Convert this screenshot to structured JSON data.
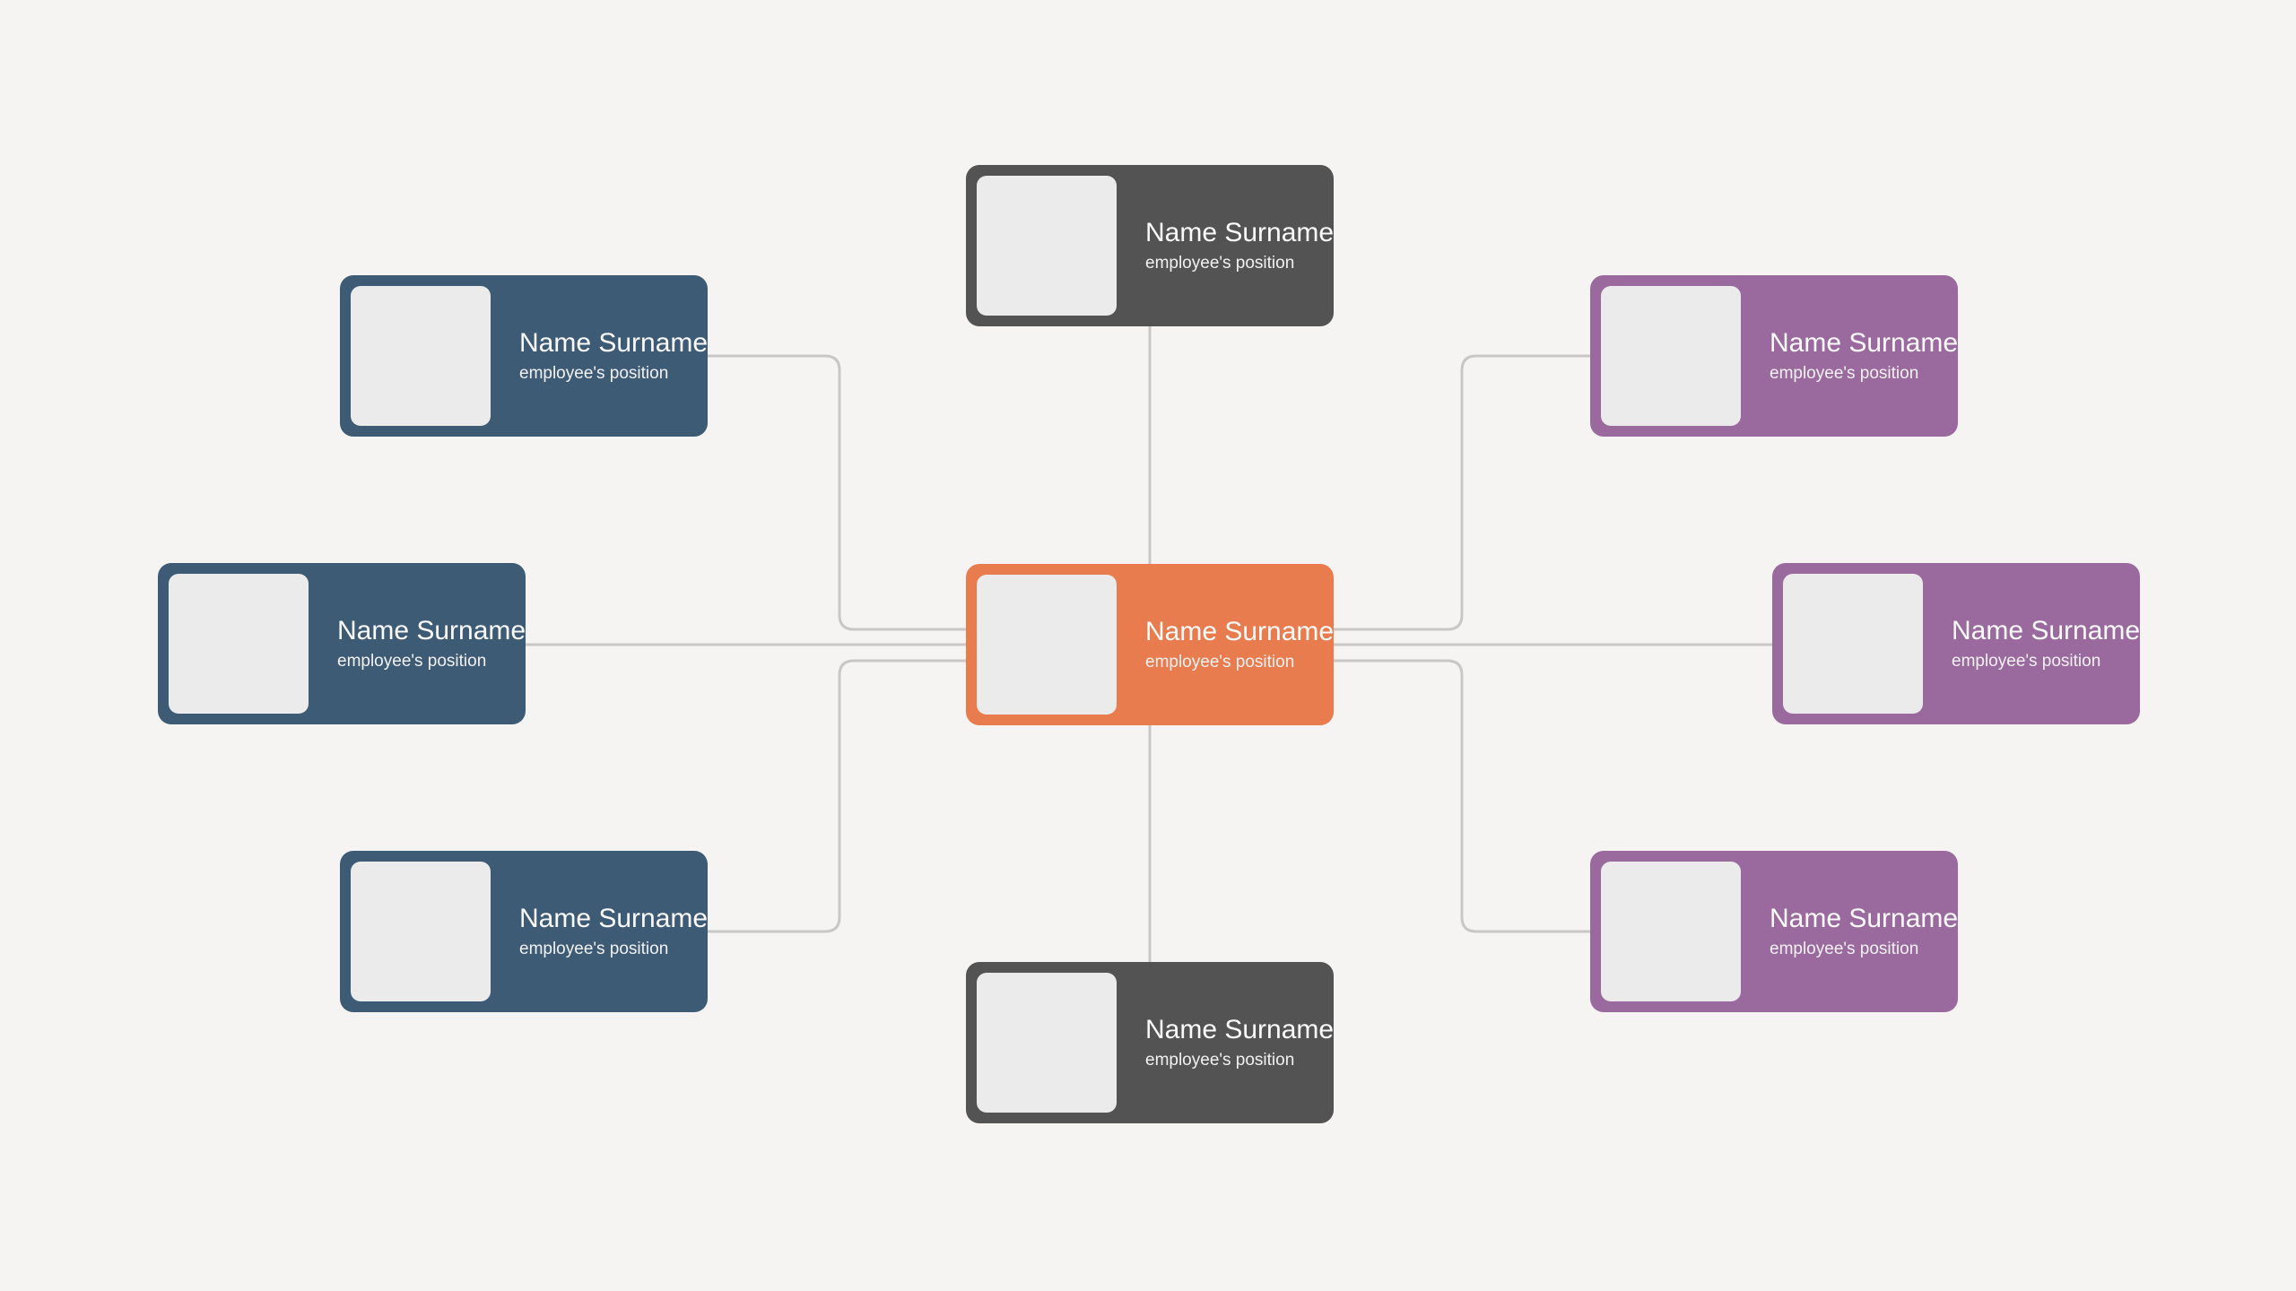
{
  "page": {
    "background": "#F5F4F2"
  },
  "connectors": {
    "color": "#C9C7C5"
  },
  "palette": {
    "center_accent": "#E97C4E",
    "vertical_branch": "#535353",
    "left_branch": "#3E5B76",
    "right_branch": "#9A6A9F",
    "photo_placeholder": "#EBEBEB"
  },
  "cards": [
    {
      "id": "top-center",
      "name": "Name Surname",
      "position": "employee's position",
      "color": "#535353",
      "photo_color": "#EBEBEB"
    },
    {
      "id": "top-left",
      "name": "Name Surname",
      "position": "employee's position",
      "color": "#3E5B76",
      "photo_color": "#EBEBEB"
    },
    {
      "id": "top-right",
      "name": "Name Surname",
      "position": "employee's position",
      "color": "#9A6A9F",
      "photo_color": "#EBEBEB"
    },
    {
      "id": "mid-left",
      "name": "Name Surname",
      "position": "employee's position",
      "color": "#3E5B76",
      "photo_color": "#EBEBEB"
    },
    {
      "id": "center",
      "name": "Name Surname",
      "position": "employee's position",
      "color": "#E97C4E",
      "photo_color": "#EBEBEB"
    },
    {
      "id": "mid-right",
      "name": "Name Surname",
      "position": "employee's position",
      "color": "#9A6A9F",
      "photo_color": "#EBEBEB"
    },
    {
      "id": "bottom-left",
      "name": "Name Surname",
      "position": "employee's position",
      "color": "#3E5B76",
      "photo_color": "#EBEBEB"
    },
    {
      "id": "bottom-right",
      "name": "Name Surname",
      "position": "employee's position",
      "color": "#9A6A9F",
      "photo_color": "#EBEBEB"
    },
    {
      "id": "bottom-center",
      "name": "Name Surname",
      "position": "employee's position",
      "color": "#535353",
      "photo_color": "#EBEBEB"
    }
  ]
}
